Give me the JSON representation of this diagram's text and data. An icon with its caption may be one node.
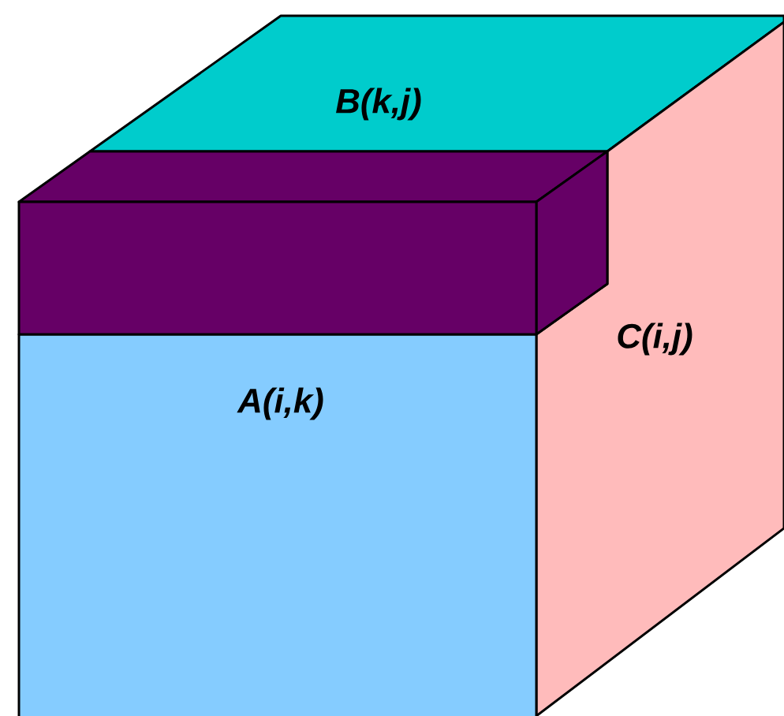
{
  "diagram": {
    "nodes": [
      {
        "text": [
          "B(k,j)"
        ]
      },
      {
        "text": [],
        "shape": "box"
      },
      {
        "text": [
          "A(i,k)"
        ]
      },
      {
        "text": [
          "C(i,j)"
        ]
      }
    ]
  }
}
